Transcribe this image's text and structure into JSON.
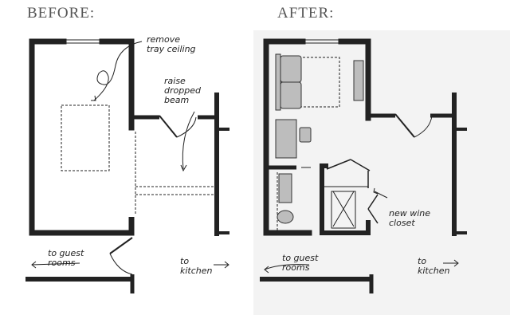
{
  "headings": {
    "before": "BEFORE:",
    "after": "AFTER:"
  },
  "annotations": {
    "remove_tray_ceiling": "remove\ntray ceiling",
    "raise_dropped_beam": "raise\ndropped\nbeam",
    "to_guest_rooms_before": "to guest\nrooms",
    "to_kitchen_before": "to\nkitchen",
    "new_wine_closet": "new wine\ncloset",
    "to_guest_rooms_after": "to guest\nrooms",
    "to_kitchen_after": "to\nkitchen"
  },
  "colors": {
    "wall": "#222222",
    "furniture": "#bdbdbd",
    "panel": "#f2f2f2",
    "text": "#555555"
  }
}
